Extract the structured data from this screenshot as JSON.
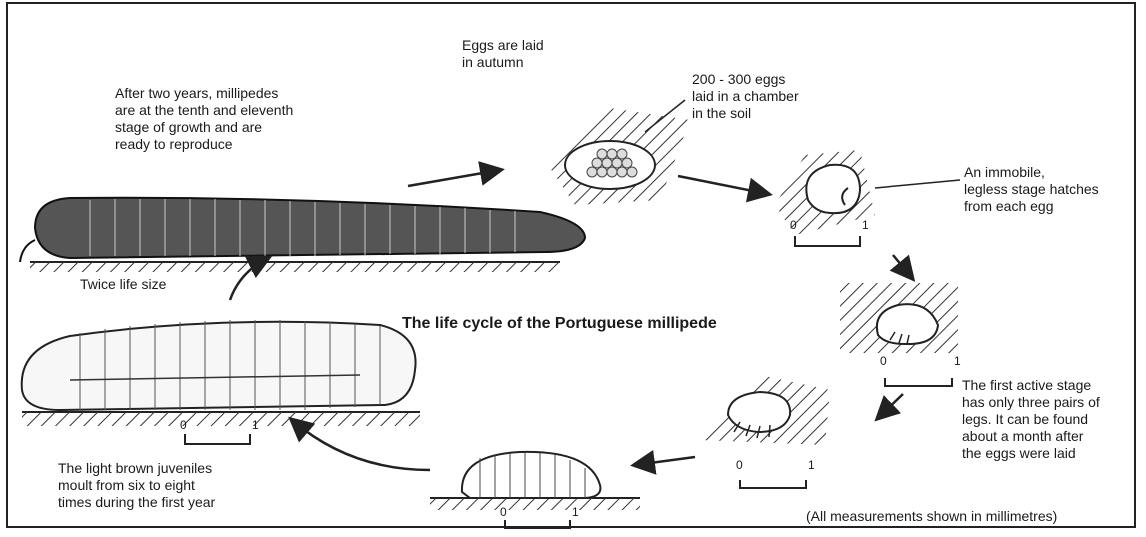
{
  "diagram": {
    "title": "The life cycle of the Portuguese millipede",
    "eggs_laid": "Eggs are laid\nin autumn",
    "egg_count": "200 - 300 eggs\nlaid in a chamber\nin the soil",
    "immobile": "An immobile,\nlegless stage hatches\nfrom each egg",
    "first_active": "The first active stage\nhas only three pairs of\nlegs. It can be found\nabout a month after\nthe eggs were laid",
    "juveniles": "The light brown juveniles\nmoult from six to eight\ntimes during the first year",
    "adult": "After two years, millipedes\nare at the tenth and eleventh\nstage of growth and are\nready to reproduce",
    "twice_life_size": "Twice life size",
    "note": "(All measurements shown in millimetres)",
    "scale_zero": "0",
    "scale_one": "1"
  }
}
